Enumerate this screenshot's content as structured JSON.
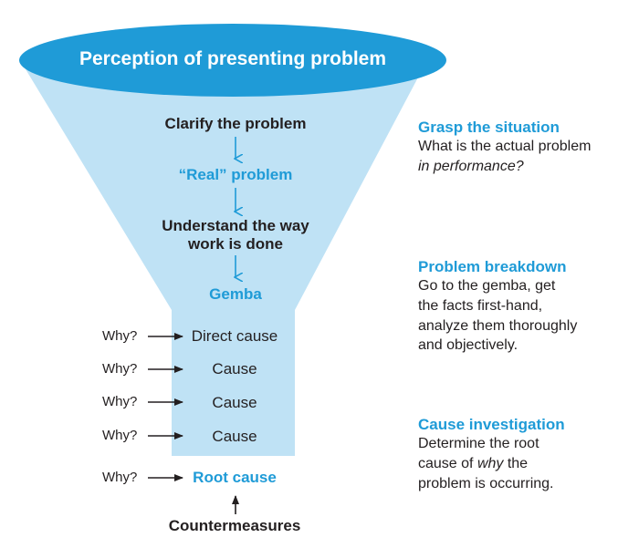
{
  "colors": {
    "ellipse": "#1f9bd7",
    "funnel": "#bfe2f5",
    "accent": "#1f9bd7",
    "text": "#231f20"
  },
  "funnel": {
    "header": "Perception of presenting problem",
    "steps": [
      {
        "text": "Clarify the problem",
        "style": "dark"
      },
      {
        "text": "“Real” problem",
        "style": "blue"
      },
      {
        "text": "Understand the way",
        "style": "dark"
      },
      {
        "text": "work is done",
        "style": "dark"
      },
      {
        "text": "Gemba",
        "style": "blue"
      }
    ],
    "why_label": "Why?",
    "causes": [
      "Direct cause",
      "Cause",
      "Cause",
      "Cause"
    ],
    "root_cause": "Root cause",
    "countermeasures": "Countermeasures"
  },
  "side": [
    {
      "heading": "Grasp the situation",
      "lines": [
        "What is the actual problem",
        "in performance?"
      ]
    },
    {
      "heading": "Problem breakdown",
      "lines": [
        "Go to the gemba, get",
        "the facts first-hand,",
        "analyze them thoroughly",
        "and objectively."
      ]
    },
    {
      "heading": "Cause investigation",
      "line1": "Determine the root",
      "line2_pre": "cause of ",
      "line2_em": "why",
      "line2_post": " the",
      "line3": "problem is occurring."
    }
  ]
}
